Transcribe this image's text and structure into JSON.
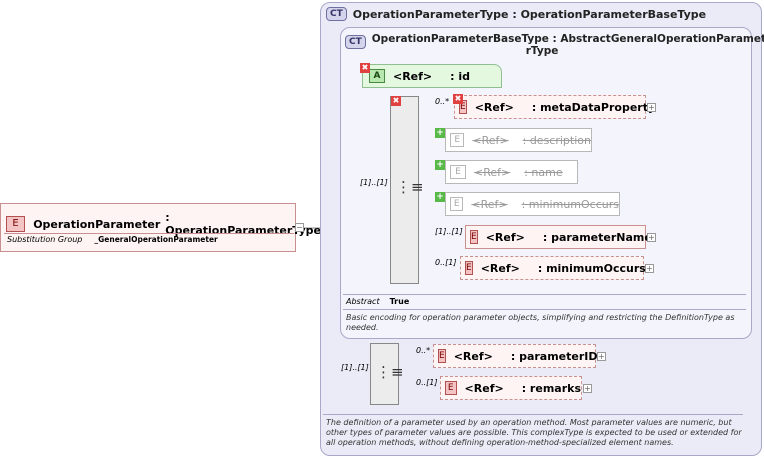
{
  "root": {
    "badge": "E",
    "name": "OperationParameter",
    "type": ": OperationParameterType",
    "substitution_label": "Substitution Group",
    "substitution_value": "_GeneralOperationParameter"
  },
  "outer_type": {
    "badge": "CT",
    "title": "OperationParameterType : OperationParameterBaseType",
    "documentation": "The definition of a parameter used by an operation method. Most parameter values are numeric, but other types of parameter values are possible. This complexType is expected to be used or extended for all operation methods, without defining operation-method-specialized element names."
  },
  "inner_type": {
    "badge": "CT",
    "title_line1": "OperationParameterBaseType : AbstractGeneralOperationParamete",
    "title_line2": "rType",
    "abstract_label": "Abstract",
    "abstract_value": "True",
    "documentation": "Basic encoding for operation parameter objects, simplifying and restricting the DefinitionType as needed."
  },
  "attribute": {
    "badge": "A",
    "ref": "<Ref>",
    "name": ": id"
  },
  "inner_sequence": {
    "cardinality": "[1]..[1]",
    "items": [
      {
        "card": "0..*",
        "badge": "E",
        "ref": "<Ref>",
        "name": ": metaDataProperty"
      },
      {
        "card": "",
        "badge": "E",
        "ref": "<Ref>",
        "name": ": description"
      },
      {
        "card": "",
        "badge": "E",
        "ref": "<Ref>",
        "name": ": name"
      },
      {
        "card": "",
        "badge": "E",
        "ref": "<Ref>",
        "name": ": minimumOccurs"
      },
      {
        "card": "[1]..[1]",
        "badge": "E",
        "ref": "<Ref>",
        "name": ": parameterName"
      },
      {
        "card": "0..[1]",
        "badge": "E",
        "ref": "<Ref>",
        "name": ": minimumOccurs"
      }
    ]
  },
  "outer_sequence": {
    "cardinality": "[1]..[1]",
    "items": [
      {
        "card": "0..*",
        "badge": "E",
        "ref": "<Ref>",
        "name": ": parameterID"
      },
      {
        "card": "0..[1]",
        "badge": "E",
        "ref": "<Ref>",
        "name": ": remarks"
      }
    ]
  },
  "symbols": {
    "collapse": "−",
    "expand": "+",
    "removed": "✖",
    "added": "+"
  },
  "colors": {
    "element_fill": "#fff4f4",
    "element_border": "#c89090",
    "type_fill": "#ebebf7",
    "attribute_fill": "#e4f8e0"
  }
}
